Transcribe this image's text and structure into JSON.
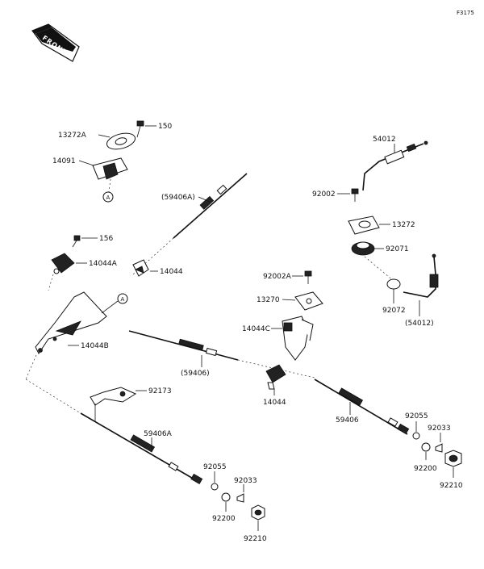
{
  "figure_code": "F3175",
  "front_label": "FRONT",
  "callouts": {
    "a_top": "A",
    "a_mid": "A"
  },
  "labels": {
    "p150": "150",
    "p13272A": "13272A",
    "p14091": "14091",
    "p59406A_paren": "(59406A)",
    "p156": "156",
    "p14044A": "14044A",
    "p14044_top": "14044",
    "p14044B": "14044B",
    "p54012": "54012",
    "p92002": "92002",
    "p13272": "13272",
    "p92071": "92071",
    "p92072": "92072",
    "p54012_paren": "(54012)",
    "p92002A": "92002A",
    "p13270": "13270",
    "p14044C": "14044C",
    "p59406_paren": "(59406)",
    "p14044_mid": "14044",
    "p92173": "92173",
    "p59406A": "59406A",
    "p92055_left": "92055",
    "p92033_left": "92033",
    "p92200_left": "92200",
    "p92210_left": "92210",
    "p59406": "59406",
    "p92055_right": "92055",
    "p92033_right": "92033",
    "p92200_right": "92200",
    "p92210_right": "92210"
  }
}
